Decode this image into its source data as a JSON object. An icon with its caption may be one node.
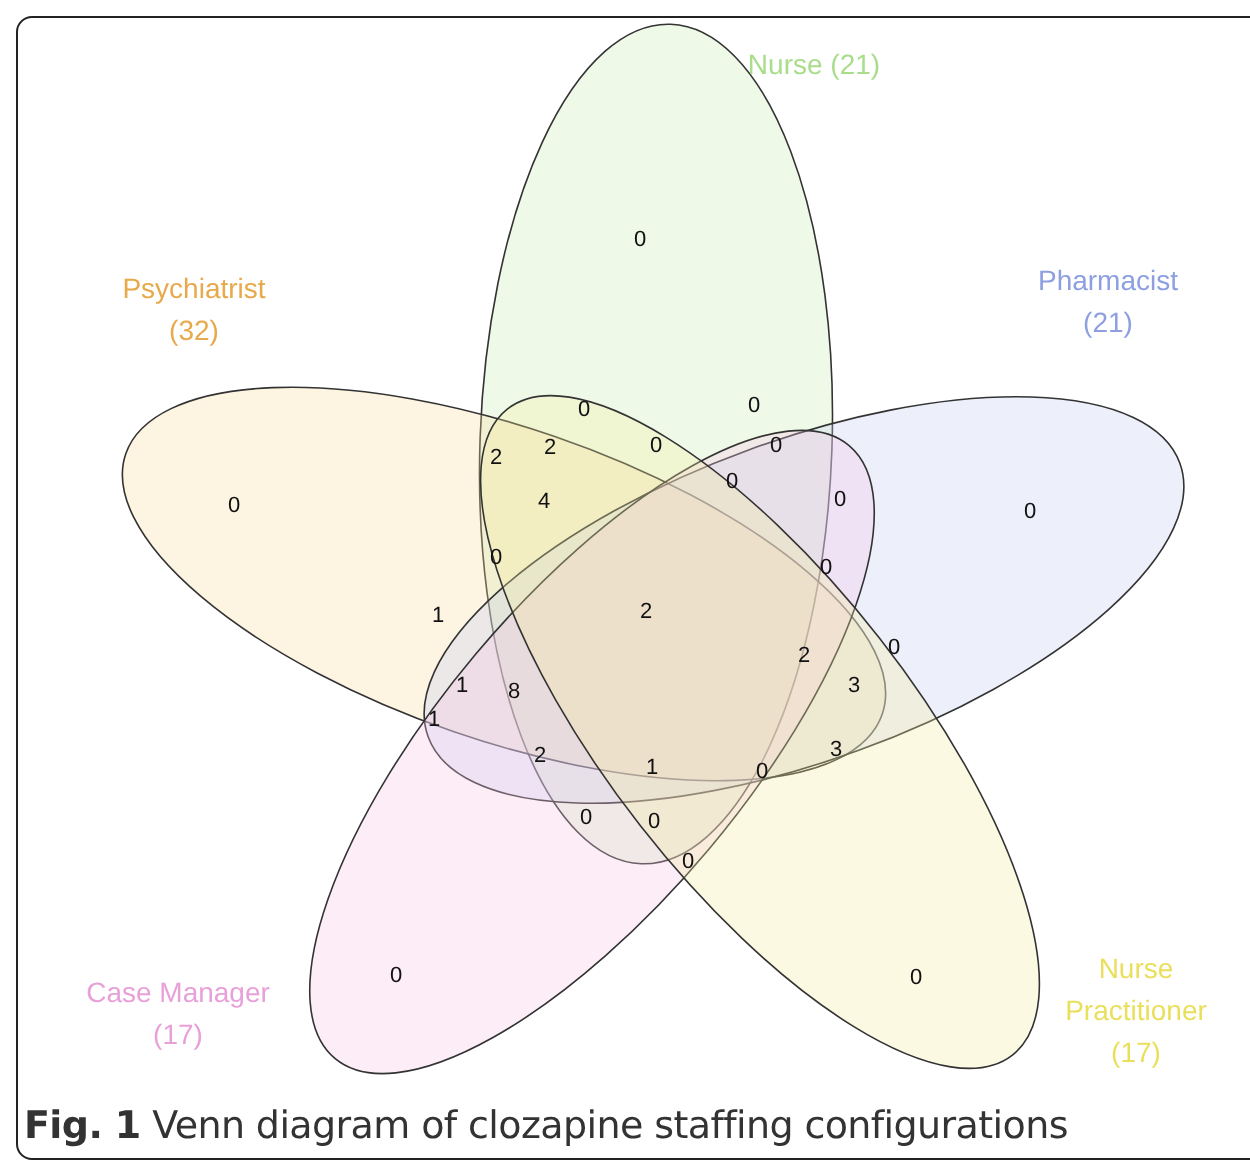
{
  "diagram": {
    "caption": "**Fig. 1** Venn diagram of clozapine staffing configurations",
    "nodes": [
      {
        "text": [
          "Nurse (21)"
        ]
      },
      {
        "text": [
          "Psychiatrist (32)"
        ]
      },
      {
        "text": [
          "Pharmacist (21)"
        ]
      },
      {
        "text": [
          "Case Manager (17)"
        ]
      },
      {
        "text": [
          "Nurse Practitioner (17)"
        ]
      }
    ],
    "labels": [
      "0",
      "0",
      "0",
      "2",
      "2",
      "0",
      "0",
      "0",
      "4",
      "0",
      "0",
      "0",
      "0",
      "0",
      "1",
      "2",
      "2",
      "0",
      "1",
      "8",
      "3",
      "1",
      "2",
      "1",
      "0",
      "3",
      "0",
      "0",
      "0",
      "0",
      "0"
    ]
  }
}
